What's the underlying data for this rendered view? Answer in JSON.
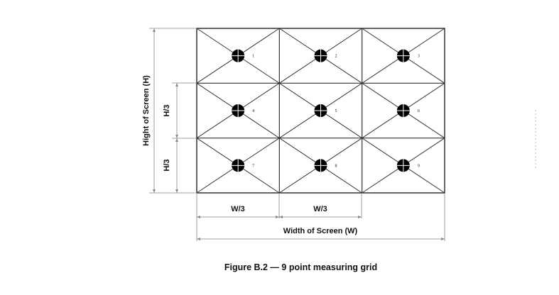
{
  "diagram": {
    "grid": {
      "rows": 3,
      "cols": 3
    },
    "points": [
      "1",
      "2",
      "3",
      "4",
      "5",
      "6",
      "7",
      "8",
      "9"
    ],
    "labels": {
      "height_total": "Hight of Screen (H)",
      "height_third_upper": "H/3",
      "height_third_lower": "H/3",
      "width_third_left": "W/3",
      "width_third_middle": "W/3",
      "width_total": "Width of Screen (W)"
    },
    "colors": {
      "line": "#333333",
      "dim_line": "#888888",
      "point": "#000000"
    }
  },
  "caption": "Figure B.2 — 9 point measuring grid"
}
